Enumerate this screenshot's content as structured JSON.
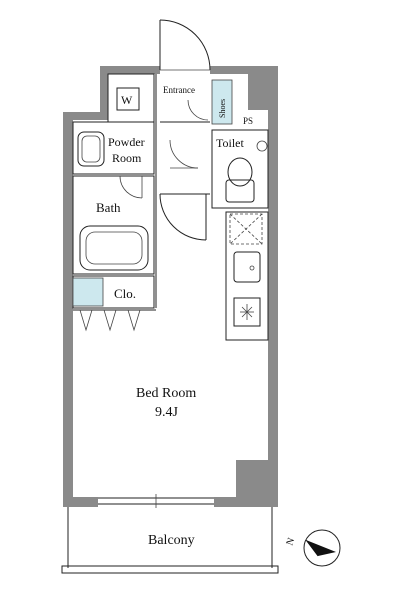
{
  "rooms": {
    "entrance": "Entrance",
    "shoes": "Shoes",
    "ps": "PS",
    "washer": "W",
    "powder_room_line1": "Powder",
    "powder_room_line2": "Room",
    "toilet": "Toilet",
    "bath": "Bath",
    "closet": "Clo.",
    "bedroom_name": "Bed Room",
    "bedroom_size": "9.4J",
    "balcony": "Balcony"
  },
  "compass": {
    "label": "N"
  },
  "colors": {
    "wall": "#8a8a8a",
    "storage": "#cde8ee",
    "line": "#222222"
  }
}
